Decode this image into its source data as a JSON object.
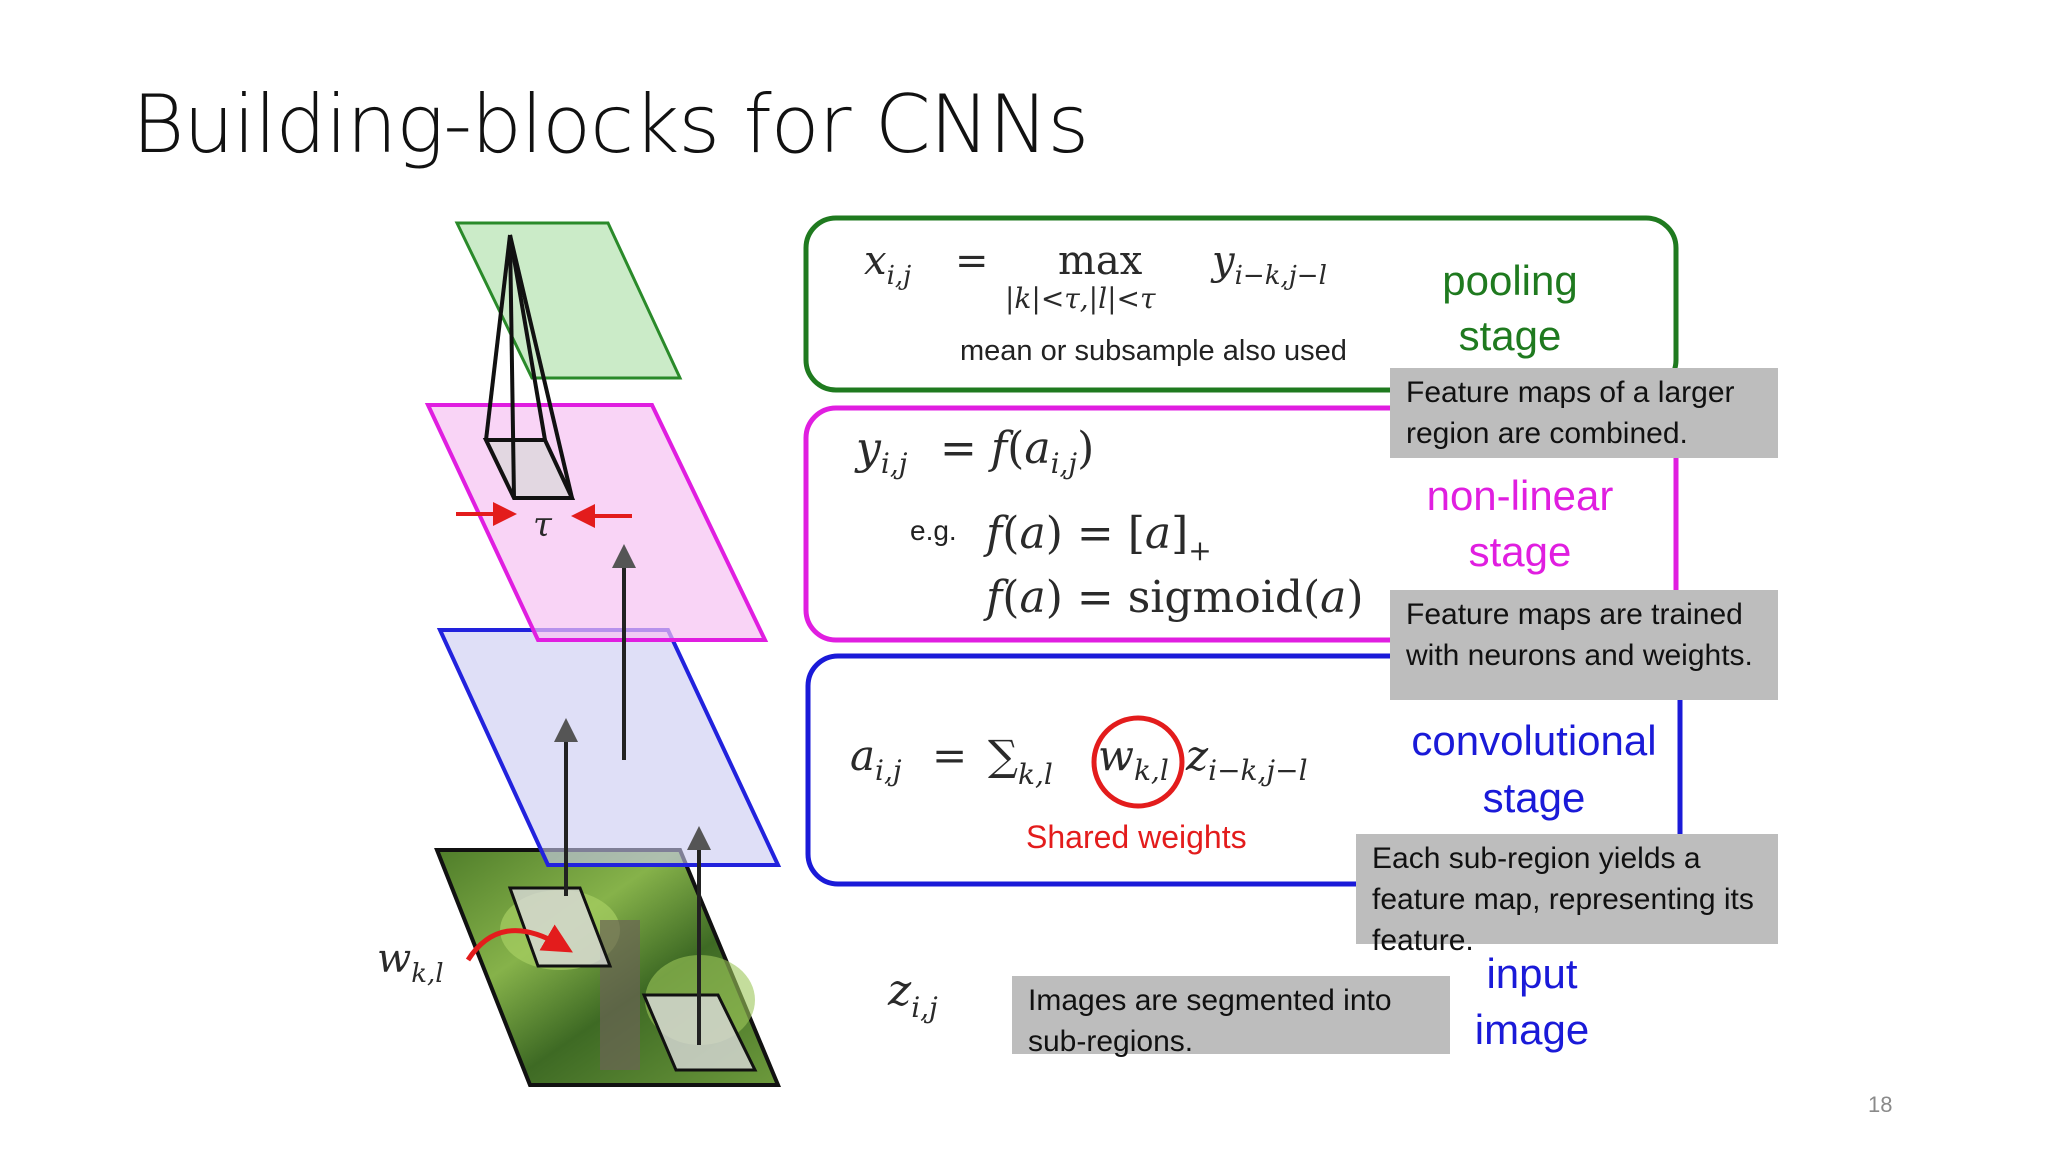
{
  "slide": {
    "title": "Building-blocks for CNNs",
    "number": "18"
  },
  "stages": {
    "pooling": {
      "label_line1": "pooling",
      "label_line2": "stage",
      "note": "mean or subsample also used",
      "color": "#1f7a1f"
    },
    "nonlinear": {
      "label_line1": "non-linear",
      "label_line2": "stage",
      "example_prefix": "e.g.",
      "color": "#e01ee0"
    },
    "convolutional": {
      "label_line1": "convolutional",
      "label_line2": "stage",
      "shared_weights": "Shared weights",
      "color": "#1a1ad8"
    },
    "input": {
      "label_line1": "input",
      "label_line2": "image",
      "color": "#1a1ad8"
    }
  },
  "captions": {
    "pooling": "Feature maps of a larger region are combined.",
    "nonlinear": "Feature maps are trained with neurons and weights.",
    "convolutional": "Each sub-region yields a feature map, representing its feature.",
    "input": "Images are segmented into sub-regions."
  },
  "colors": {
    "red_accent": "#e31c1c",
    "caption_bg": "#bdbdbd"
  }
}
